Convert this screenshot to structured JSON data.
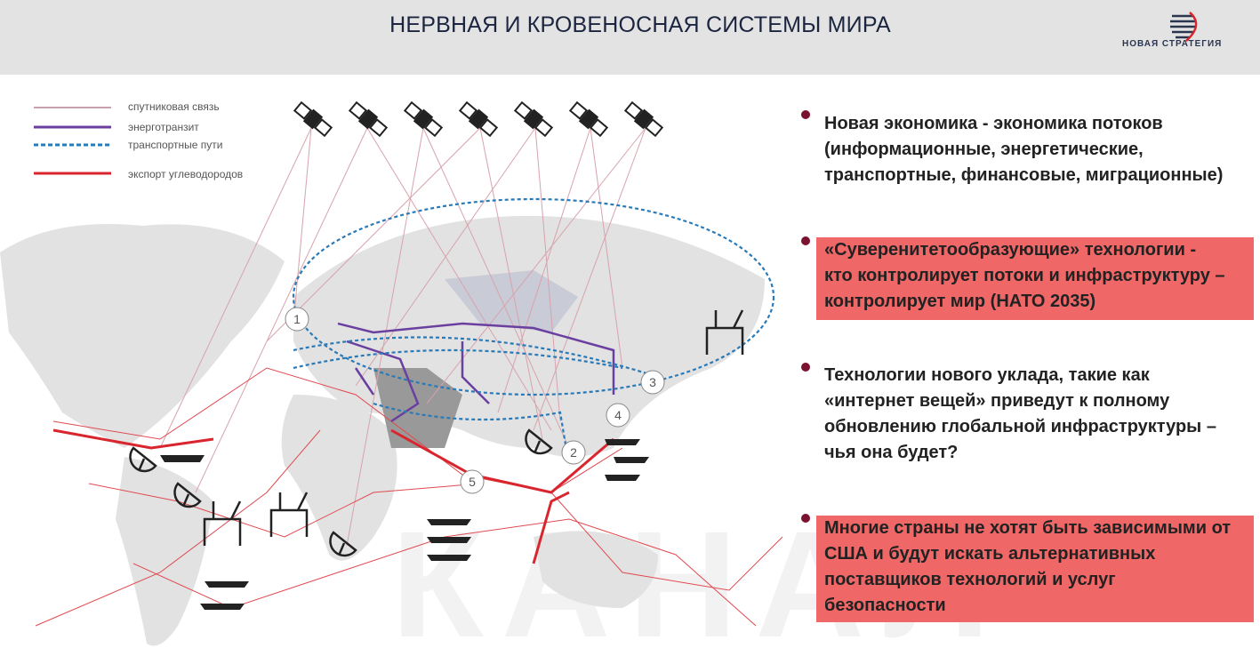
{
  "header": {
    "title": "НЕРВНАЯ И КРОВЕНОСНАЯ СИСТЕМЫ МИРА",
    "logo_text": "НОВАЯ СТРАТЕГИЯ"
  },
  "legend": [
    {
      "label": "спутниковая связь",
      "color": "#c9a0ad",
      "style": "solid"
    },
    {
      "label": "энерготранзит",
      "color": "#6b3fa0",
      "style": "solid"
    },
    {
      "label": "транспортные пути",
      "color": "#2a7ab8",
      "style": "dashed"
    },
    {
      "label": "экспорт углеводородов",
      "color": "#d9262e",
      "style": "solid"
    }
  ],
  "map_markers": [
    "1",
    "2",
    "3",
    "4",
    "5"
  ],
  "watermark": "КАНАЛ",
  "points": [
    {
      "lines": [
        "Новая экономика - экономика потоков",
        "(информационные, энергетические,",
        "транспортные, финансовые, миграционные)"
      ],
      "highlight": false
    },
    {
      "lines": [
        "«Суверенитетообразующие» технологии -",
        "кто контролирует потоки и инфраструктуру –",
        "контролирует мир (НАТО 2035)"
      ],
      "highlight": true
    },
    {
      "lines": [
        "Технологии нового уклада, такие как",
        "«интернет вещей» приведут к полному",
        "обновлению глобальной инфраструктуры –",
        "чья она будет?"
      ],
      "highlight": false
    },
    {
      "lines": [
        "Многие страны не хотят быть зависимыми от",
        "США и будут искать альтернативных",
        "поставщиков технологий и услуг",
        "безопасности"
      ],
      "highlight": true
    }
  ],
  "colors": {
    "highlight": "#f06767",
    "bullet": "#7a1230",
    "header_bg": "#e3e3e3"
  }
}
